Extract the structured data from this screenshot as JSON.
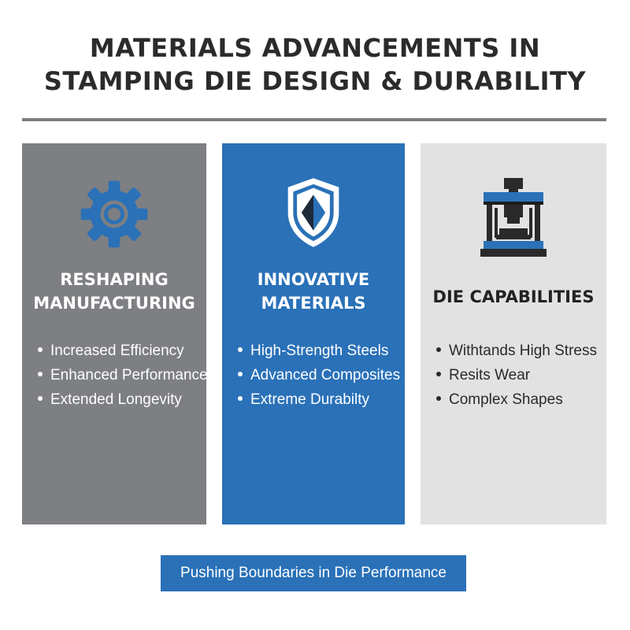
{
  "title": {
    "line1": "MATERIALS ADVANCEMENTS IN",
    "line2": "STAMPING DIE DESIGN & DURABILITY"
  },
  "panels": [
    {
      "icon": "gear-icon",
      "heading_line1": "RESHAPING",
      "heading_line2": "MANUFACTURING",
      "bullets": [
        "Increased Efficiency",
        "Enhanced Performance",
        "Extended Longevity"
      ],
      "color": "#7d7f82"
    },
    {
      "icon": "shield-diamond-icon",
      "heading_line1": "INNOVATIVE",
      "heading_line2": "MATERIALS",
      "bullets": [
        "High-Strength Steels",
        "Advanced Composites",
        "Extreme Durabilty"
      ],
      "color": "#2a71b8"
    },
    {
      "icon": "stamping-press-icon",
      "heading_line1": "DIE CAPABILITIES",
      "bullets": [
        "Withtands High Stress",
        "Resits Wear",
        "Complex Shapes"
      ],
      "color": "#e2e2e2"
    }
  ],
  "footer": {
    "label": "Pushing Boundaries in Die Performance"
  },
  "colors": {
    "accent_blue": "#2a71b8",
    "gray_panel": "#7d7f82",
    "light_panel": "#e2e2e2",
    "title_text": "#2b2b2b"
  }
}
